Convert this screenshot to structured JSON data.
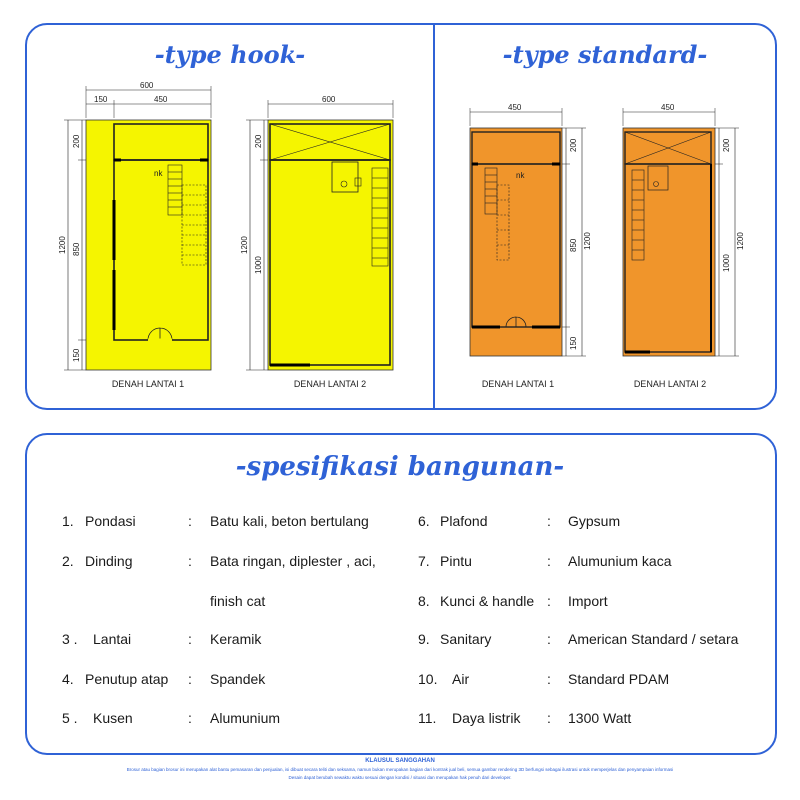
{
  "headings": {
    "type_hook": "-type hook-",
    "type_standard": "-type standard-",
    "spesifikasi": "-spesifikasi bangunan-"
  },
  "colors": {
    "accent": "#2f62d6",
    "hook_fill": "#f5f500",
    "standard_fill": "#f0952b"
  },
  "plans": {
    "hook": {
      "lantai1": {
        "caption": "DENAH LANTAI 1",
        "dims_top": [
          "600",
          "150",
          "450"
        ],
        "dims_side": [
          "200",
          "1200",
          "850",
          "150"
        ],
        "label_nk": "nk"
      },
      "lantai2": {
        "caption": "DENAH LANTAI 2",
        "dims_top": [
          "600"
        ],
        "dims_side": [
          "200",
          "1200",
          "1000"
        ]
      }
    },
    "standard": {
      "lantai1": {
        "caption": "DENAH LANTAI 1",
        "dims_top": [
          "450"
        ],
        "dims_side": [
          "200",
          "850",
          "1200",
          "150"
        ],
        "label_nk": "nk"
      },
      "lantai2": {
        "caption": "DENAH LANTAI 2",
        "dims_top": [
          "450"
        ],
        "dims_side": [
          "200",
          "1000",
          "1200"
        ]
      }
    }
  },
  "spec_left": [
    {
      "num": "1.",
      "label": "Pondasi",
      "value": "Batu kali, beton bertulang"
    },
    {
      "num": "2.",
      "label": "Dinding",
      "value": "Bata ringan, diplester , aci,"
    },
    {
      "num": "",
      "label": "",
      "value": "finish cat"
    },
    {
      "num": "3 .",
      "label": "Lantai",
      "value": "Keramik"
    },
    {
      "num": "4.",
      "label": "Penutup atap",
      "value": "Spandek"
    },
    {
      "num": "5 .",
      "label": "Kusen",
      "value": "Alumunium"
    }
  ],
  "spec_right": [
    {
      "num": "6.",
      "label": "Plafond",
      "value": "Gypsum"
    },
    {
      "num": "7.",
      "label": "Pintu",
      "value": "Alumunium kaca"
    },
    {
      "num": "8.",
      "label": "Kunci & handle",
      "value": "Import"
    },
    {
      "num": "9.",
      "label": "Sanitary",
      "value": "American Standard  / setara"
    },
    {
      "num": "10.",
      "label": "Air",
      "value": "Standard PDAM"
    },
    {
      "num": "11.",
      "label": "Daya listrik",
      "value": "1300  Watt"
    }
  ],
  "colon": ":",
  "klausul": {
    "title": "KLAUSUL SANGGAHAN",
    "line1": "Brosur atau bagian brosur ini merupakan alat bantu pemasaran dan penjualan, isi dibuat secara teliti dan seksama, namun bukan merupakan bagian dari kontrak jual beli, semua gambar rendering 3D berfungsi sebagai ilustrasi untuk memperjelas dan penyampaian informasi",
    "line2": "Desain dapat berubah sewaktu waktu sesuai dengan kondisi / situasi dan merupakan hak penuh dari developer."
  }
}
